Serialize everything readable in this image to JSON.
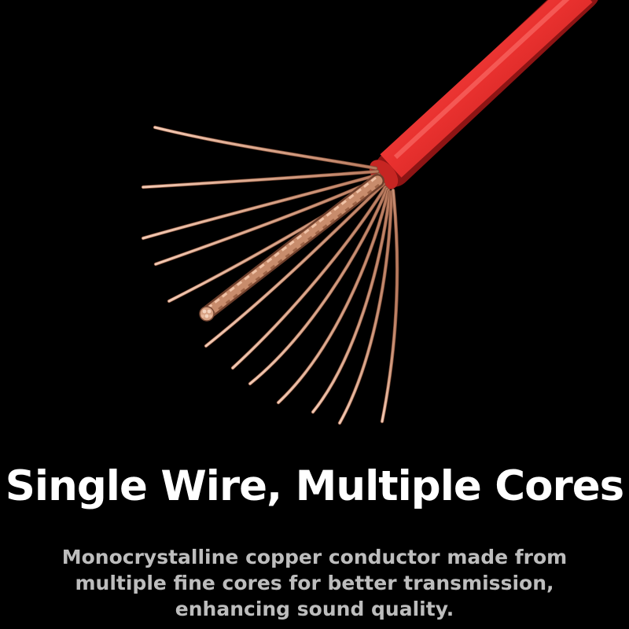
{
  "headline": "Single Wire, Multiple Cores",
  "description": {
    "line1": "Monocrystalline copper conductor made from",
    "line2": "multiple fine cores for better transmission,",
    "line3": "enhancing sound quality."
  },
  "colors": {
    "background": "#000000",
    "insulation": "#e8302e",
    "copper": "#d9a58a",
    "headline": "#ffffff",
    "description": "#bdbdbd"
  }
}
